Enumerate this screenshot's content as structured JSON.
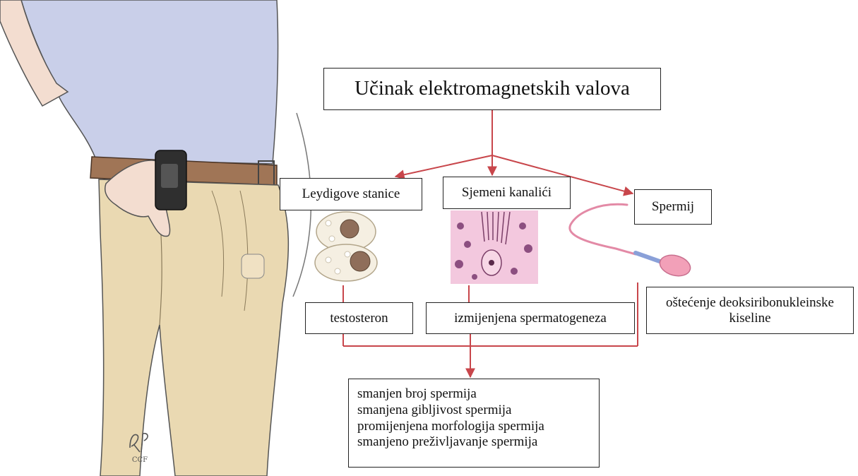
{
  "title": "Učinak elektromagnetskih valova",
  "targets": {
    "leydig": "Leydigove stanice",
    "kanalici": "Sjemeni kanalići",
    "spermij": "Spermij"
  },
  "effects": {
    "testosteron": "testosteron",
    "spermatogeneza": "izmijenjena spermatogeneza",
    "dna": "oštećenje deoksiribonukleinske kiseline"
  },
  "outcomes": [
    "smanjen broj spermija",
    "smanjena gibljivost spermija",
    "promijenjena morfologija spermija",
    "smanjeno preživljavanje spermija"
  ],
  "signature": "RP CCF",
  "colors": {
    "arrow": "#c8464b",
    "shirt": "#c9cfe9",
    "pants": "#ead9b2",
    "belt": "#a07556",
    "skin": "#f3ddd0",
    "device": "#2f2f2f"
  }
}
